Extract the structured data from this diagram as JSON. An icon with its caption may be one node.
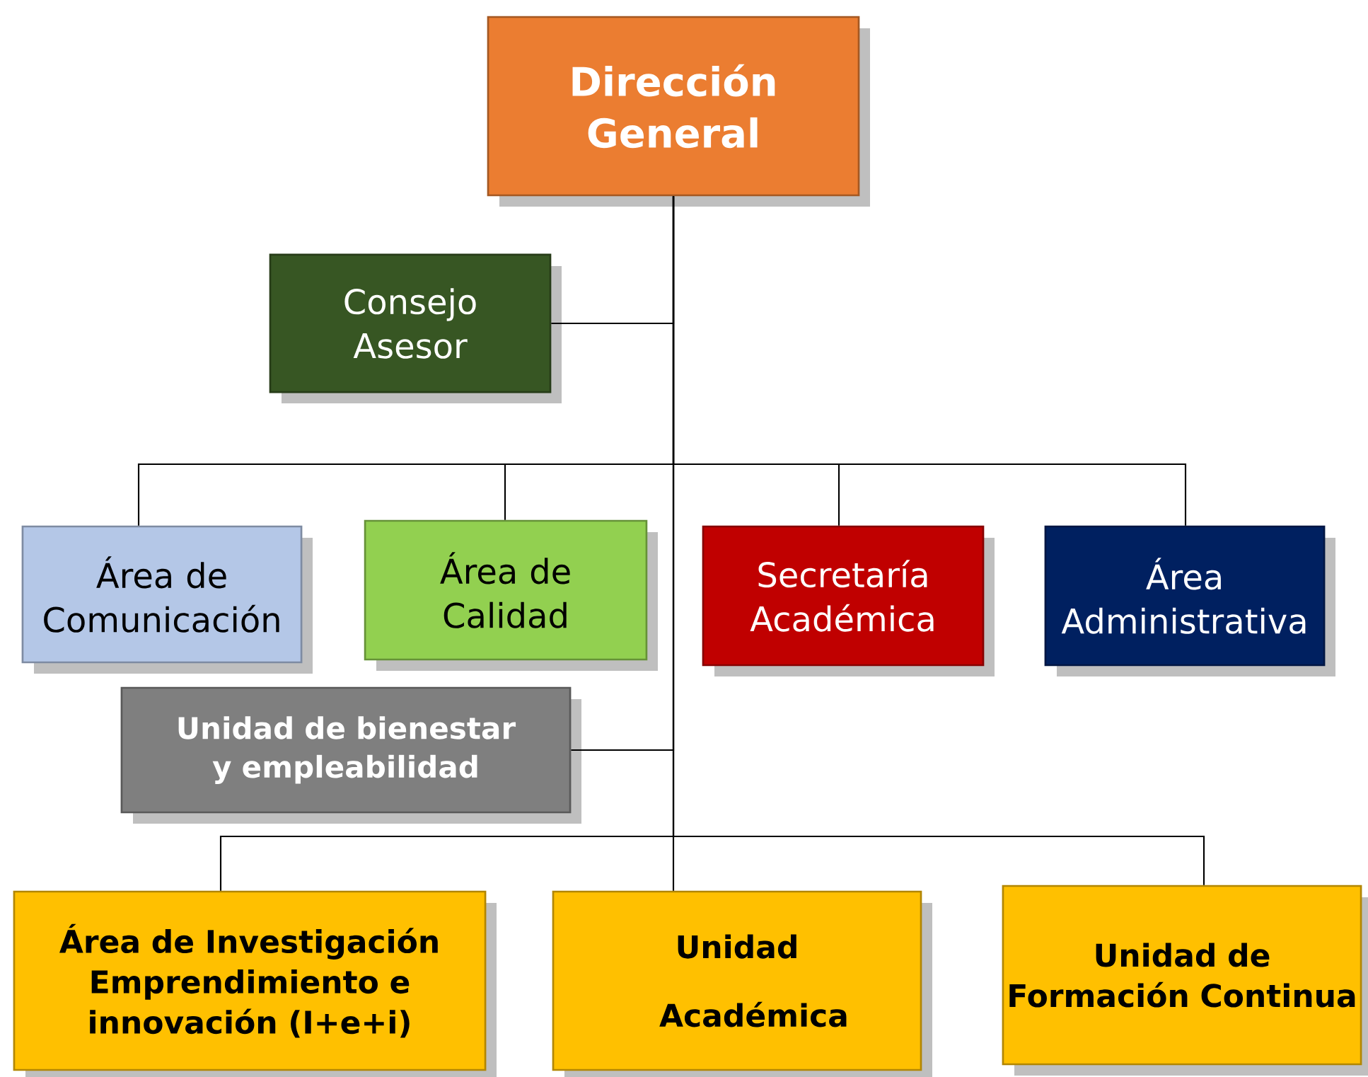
{
  "diagram": {
    "nodes": [
      {
        "text": [
          "Dirección General"
        ]
      },
      {
        "text": [
          "Consejo Asesor"
        ]
      },
      {
        "text": [
          "Área de Comunicación"
        ]
      },
      {
        "text": [
          "Área de Calidad"
        ]
      },
      {
        "text": [
          "Secretaría Académica"
        ]
      },
      {
        "text": [
          "Área Administrativa"
        ]
      },
      {
        "text": [
          "Unidad de bienestar y empleabilidad"
        ]
      },
      {
        "text": [
          "Área de Investigación Emprendimiento e innovación  (I+e+i)"
        ]
      },
      {
        "text": [
          "Unidad Académica"
        ]
      },
      {
        "text": [
          "Unidad de Formación Continua"
        ]
      }
    ],
    "edges": [
      {
        "from": 0,
        "to": 1,
        "arrow": "none"
      },
      {
        "from": 0,
        "to": 2,
        "arrow": "none"
      },
      {
        "from": 0,
        "to": 3,
        "arrow": "none"
      },
      {
        "from": 0,
        "to": 4,
        "arrow": "none"
      },
      {
        "from": 0,
        "to": 5,
        "arrow": "none"
      },
      {
        "from": 0,
        "to": 6,
        "arrow": "none"
      },
      {
        "from": 0,
        "to": 7,
        "arrow": "none"
      },
      {
        "from": 0,
        "to": 8,
        "arrow": "none"
      },
      {
        "from": 0,
        "to": 9,
        "arrow": "none"
      }
    ]
  }
}
